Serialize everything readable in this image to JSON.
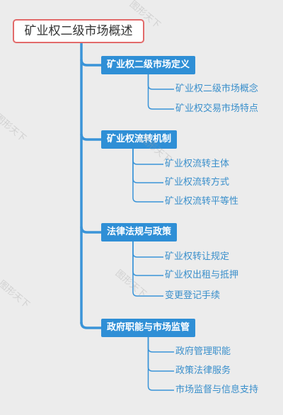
{
  "diagram": {
    "root": {
      "label": "矿业权二级市场概述"
    },
    "branches": [
      {
        "label": "矿业权二级市场定义",
        "children": [
          "矿业权二级市场概念",
          "矿业权交易市场特点"
        ]
      },
      {
        "label": "矿业权流转机制",
        "children": [
          "矿业权流转主体",
          "矿业权流转方式",
          "矿业权流转平等性"
        ]
      },
      {
        "label": "法律法规与政策",
        "children": [
          "矿业权转让规定",
          "矿业权出租与抵押",
          "变更登记手续"
        ]
      },
      {
        "label": "政府职能与市场监管",
        "children": [
          "政府管理职能",
          "政策法律服务",
          "市场监督与信息支持"
        ]
      }
    ]
  },
  "watermark": "图形天下",
  "colors": {
    "branch_fill": "#2f8fd6",
    "connector": "#3a94d8",
    "leaf_text": "#3a8fcb",
    "root_border": "#e26a6a"
  }
}
